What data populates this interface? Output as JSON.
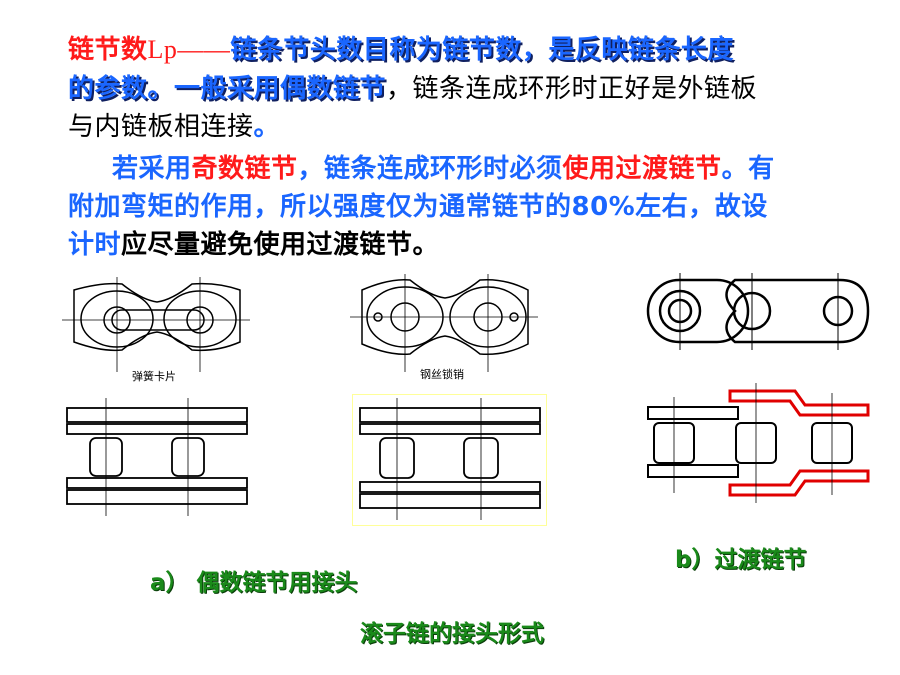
{
  "paragraph1": {
    "term": "链节数",
    "term_symbol": "Lp",
    "dash": "——",
    "line1_def": "链条节头数目称为链节数，是反映链条长度",
    "line2_def": "的参数。",
    "line2_even": "一般采用偶数链节",
    "line2_rest": "，链条连成环形时正好是外链板",
    "line3": "与内链板相连接",
    "line3_end": "。"
  },
  "paragraph2": {
    "l1_a": "若采用",
    "l1_odd": "奇数链节",
    "l1_b": "，链条连成环形时必须",
    "l1_transition": "使用过渡链节",
    "l1_c": "。有",
    "l2": "附加弯矩的作用，所以强度仅为通常链节的80%左右，故设",
    "l3_a": "计时",
    "l3_b": "应尽量避免使用过渡链节。"
  },
  "figures": {
    "spring_clip_label": "弹簧卡片",
    "wire_pin_label": "钢丝锁销"
  },
  "captions": {
    "a": "a） 偶数链节用接头",
    "b": "b）过渡链节",
    "title": "滚子链的接头形式"
  },
  "colors": {
    "red": "#ff1a1a",
    "blue": "#1a66ff",
    "green": "#1a8a1a",
    "highlight": "#e00000"
  }
}
